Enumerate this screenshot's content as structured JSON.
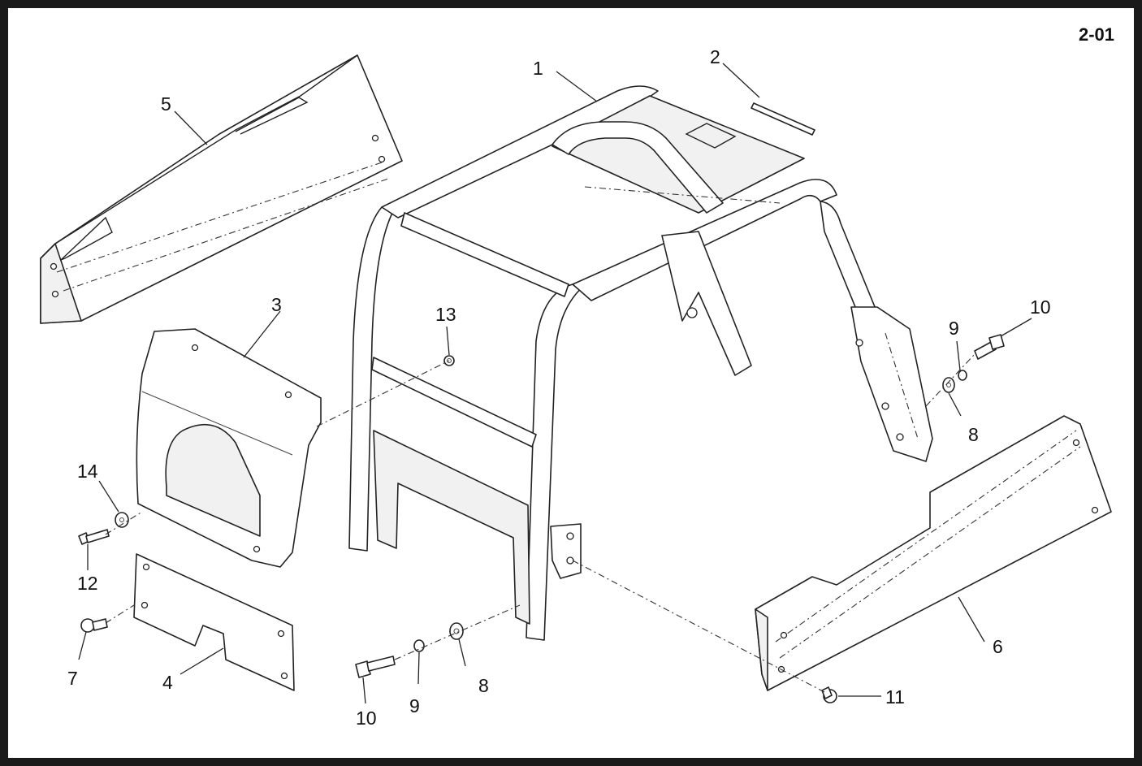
{
  "page_ref": "2-01",
  "callouts": {
    "c1": "1",
    "c2": "2",
    "c3": "3",
    "c4": "4",
    "c5": "5",
    "c6": "6",
    "c7": "7",
    "c8a": "8",
    "c8b": "8",
    "c9a": "9",
    "c9b": "9",
    "c10a": "10",
    "c10b": "10",
    "c11": "11",
    "c12": "12",
    "c13": "13",
    "c14": "14"
  }
}
